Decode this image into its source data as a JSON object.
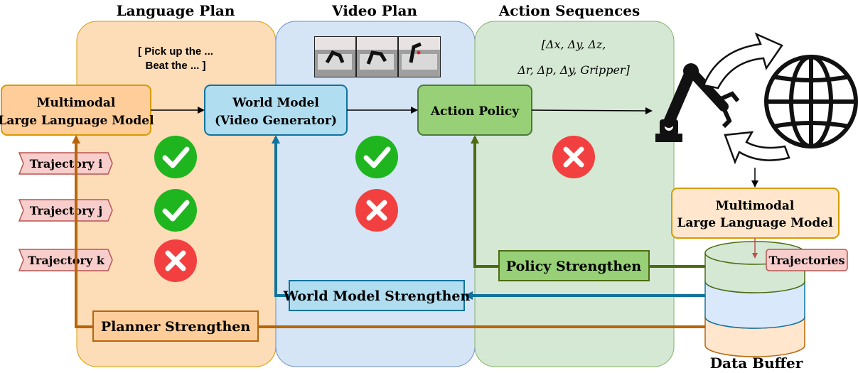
{
  "columns": {
    "language_plan": "Language Plan",
    "video_plan": "Video Plan",
    "action_sequences": "Action Sequences"
  },
  "language_plan_text": {
    "line1": "[ Pick up the ...",
    "line2": "Beat the ... ]"
  },
  "action_sequence_text": {
    "line1": "[Δx, Δy, Δz,",
    "line2": "Δr, Δp, Δy, Gripper]"
  },
  "boxes": {
    "mllm_left_line1": "Multimodal",
    "mllm_left_line2": "Large Language Model",
    "world_model_line1": "World Model",
    "world_model_line2": "(Video Generator)",
    "action_policy": "Action Policy",
    "mllm_right_line1": "Multimodal",
    "mllm_right_line2": "Large Language Model",
    "trajectories": "Trajectories",
    "policy_strengthen": "Policy Strengthen",
    "world_model_strengthen": "World Model Strengthen",
    "planner_strengthen": "Planner Strengthen"
  },
  "trajectories": [
    {
      "label": "Trajectory i",
      "plan_ok": true,
      "video_ok": true,
      "action_ok": false
    },
    {
      "label": "Trajectory j",
      "plan_ok": true,
      "video_ok": false
    },
    {
      "label": "Trajectory k",
      "plan_ok": false
    }
  ],
  "data_buffer": "Data Buffer",
  "colors": {
    "orange_fill": "#fddcb8",
    "orange_stroke": "#d79b00",
    "blue_fill": "#d5e5f6",
    "blue_stroke": "#10739e",
    "green_fill": "#d5e8d4",
    "green_stroke": "#4d7a3a",
    "check": "#1fb51f",
    "cross": "#f24040",
    "pink_fill": "#f8cecc",
    "pink_stroke": "#b85450"
  }
}
